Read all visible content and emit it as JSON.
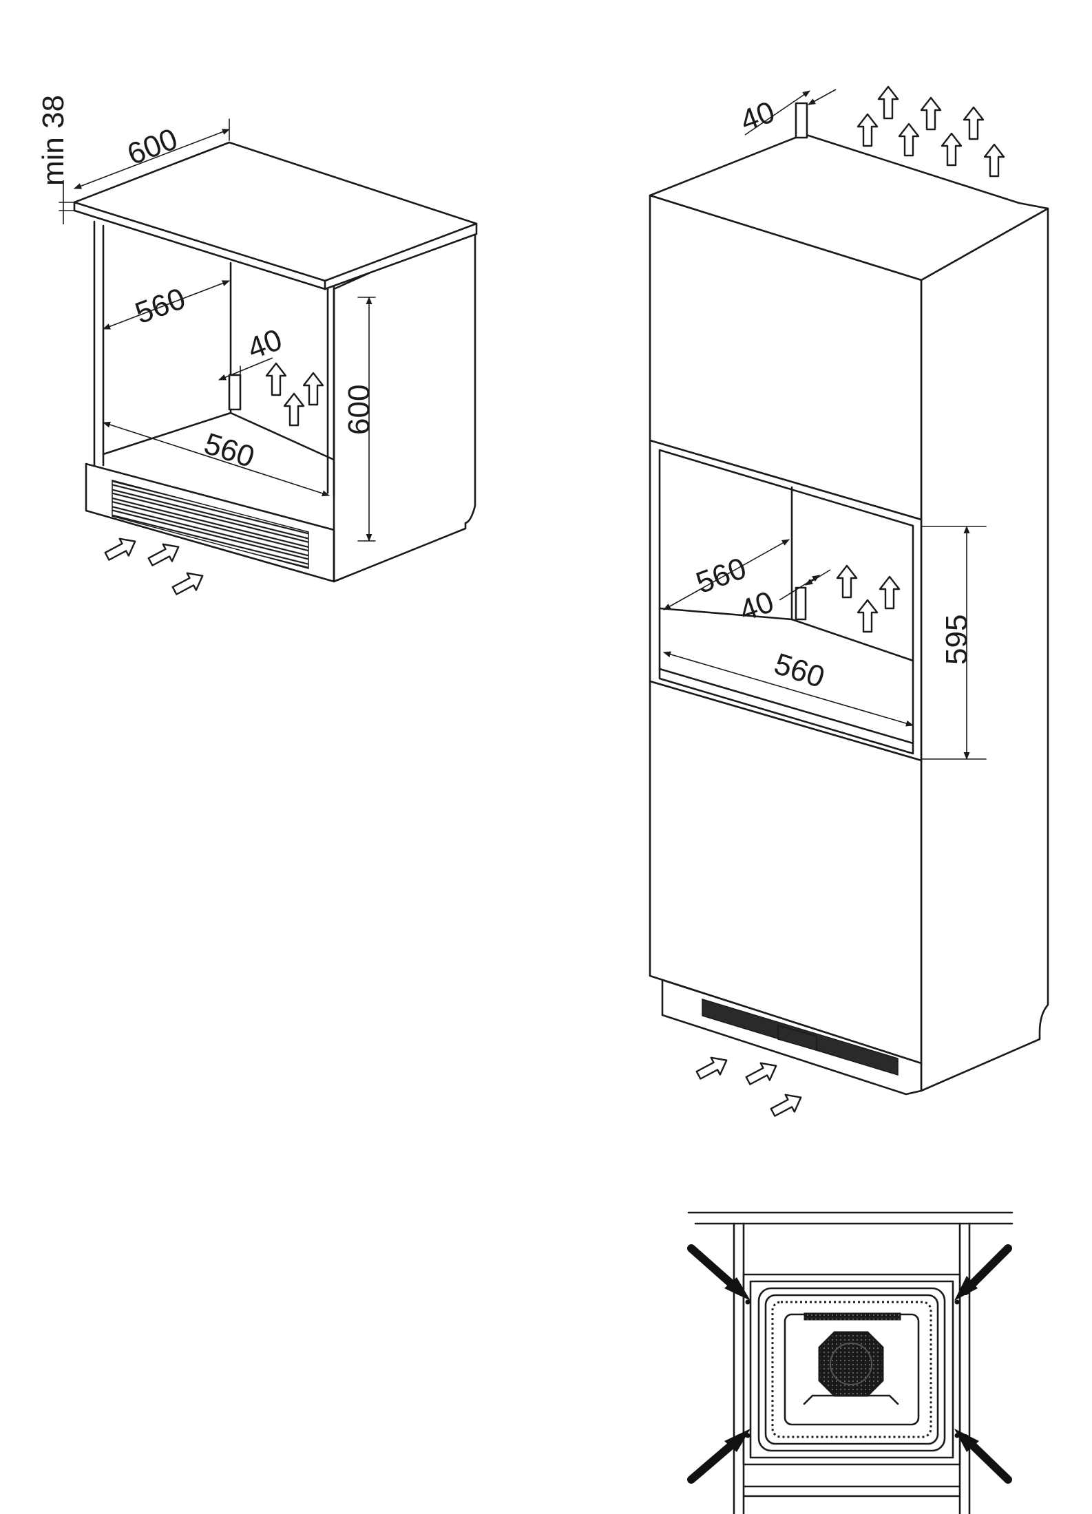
{
  "figure_left": {
    "dim_top_width": "600",
    "dim_min_clearance": "min 38",
    "dim_inner_width_upper": "560",
    "dim_rear_gap": "40",
    "dim_inner_width_lower": "560",
    "dim_height": "600"
  },
  "figure_right": {
    "dim_top_gap": "40",
    "dim_inner_width_upper": "560",
    "dim_rear_gap": "40",
    "dim_inner_width_lower": "560",
    "dim_height": "595"
  },
  "figure_bottom": {
    "subject": "oven-mounting-front-view"
  },
  "colors": {
    "line": "#1a1a1a",
    "background": "#ffffff",
    "vent": "#2a2a2a"
  }
}
